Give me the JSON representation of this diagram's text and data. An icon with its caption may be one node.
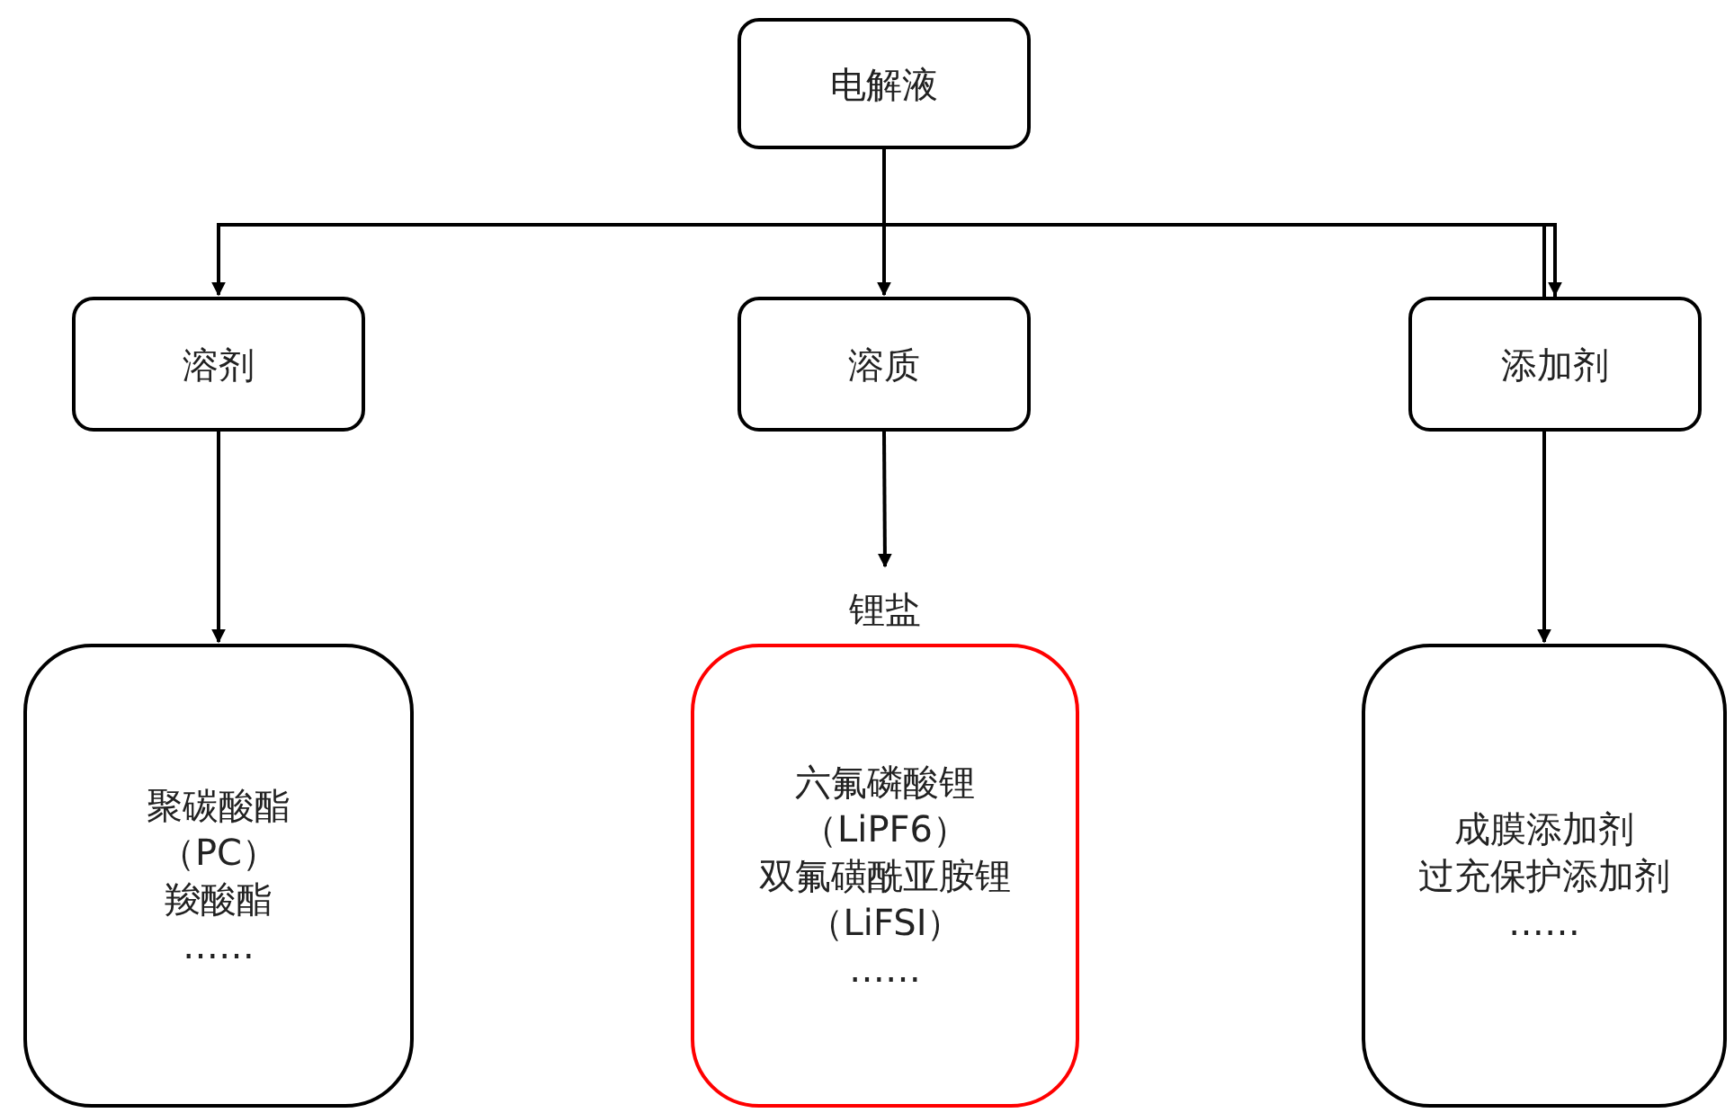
{
  "diagram": {
    "nodes": [
      {
        "text": [
          "电解液"
        ]
      },
      {
        "text": [
          "溶剂"
        ]
      },
      {
        "text": [
          "溶质"
        ]
      },
      {
        "text": [
          "添加剂"
        ]
      },
      {
        "text": [
          "聚碳酸酯",
          "（PC）",
          "羧酸酯",
          "……"
        ]
      },
      {
        "text": [
          "六氟磷酸锂",
          "（LiPF6）",
          "双氟磺酰亚胺锂",
          "（LiFSI）",
          "……"
        ],
        "beside": [
          "锂盐"
        ]
      },
      {
        "text": [
          "成膜添加剂",
          "过充保护添加剂",
          "……"
        ]
      }
    ],
    "edges": [
      {
        "from": 0,
        "to": 1,
        "arrow": "to"
      },
      {
        "from": 0,
        "to": 2,
        "arrow": "to"
      },
      {
        "from": 0,
        "to": 3,
        "arrow": "to"
      },
      {
        "from": 1,
        "to": 4,
        "arrow": "to"
      },
      {
        "from": 2,
        "to": 5,
        "arrow": "to"
      },
      {
        "from": 3,
        "to": 6,
        "arrow": "to"
      }
    ]
  }
}
